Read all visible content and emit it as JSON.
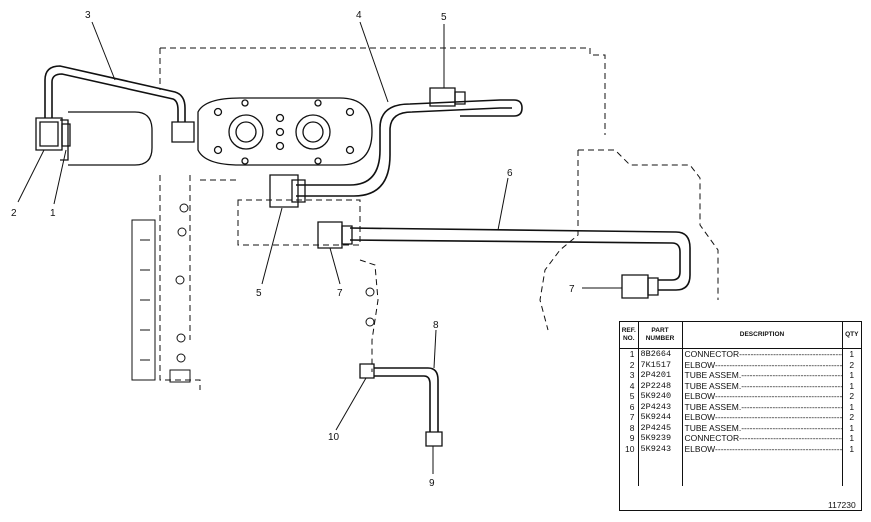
{
  "callouts": {
    "c1": "1",
    "c2": "2",
    "c3": "3",
    "c4": "4",
    "c5a": "5",
    "c5b": "5",
    "c6": "6",
    "c7a": "7",
    "c7b": "7",
    "c8": "8",
    "c9": "9",
    "c10": "10"
  },
  "parts_table": {
    "headers": {
      "ref": "REF. NO.",
      "part": "PART NUMBER",
      "description": "DESCRIPTION",
      "qty": "QTY"
    },
    "rows": [
      {
        "ref": "1",
        "part": "8B2664",
        "description": "CONNECTOR",
        "qty": "1"
      },
      {
        "ref": "2",
        "part": "7K1517",
        "description": "ELBOW",
        "qty": "2"
      },
      {
        "ref": "3",
        "part": "2P4201",
        "description": "TUBE ASSEM.",
        "qty": "1"
      },
      {
        "ref": "4",
        "part": "2P2248",
        "description": "TUBE ASSEM.",
        "qty": "1"
      },
      {
        "ref": "5",
        "part": "5K9240",
        "description": "ELBOW",
        "qty": "2"
      },
      {
        "ref": "6",
        "part": "2P4243",
        "description": "TUBE ASSEM.",
        "qty": "1"
      },
      {
        "ref": "7",
        "part": "5K9244",
        "description": "ELBOW",
        "qty": "2"
      },
      {
        "ref": "8",
        "part": "2P4245",
        "description": "TUBE ASSEM.",
        "qty": "1"
      },
      {
        "ref": "9",
        "part": "5K9239",
        "description": "CONNECTOR",
        "qty": "1"
      },
      {
        "ref": "10",
        "part": "5K9243",
        "description": "ELBOW",
        "qty": "1"
      }
    ]
  },
  "drawing_number": "117230"
}
